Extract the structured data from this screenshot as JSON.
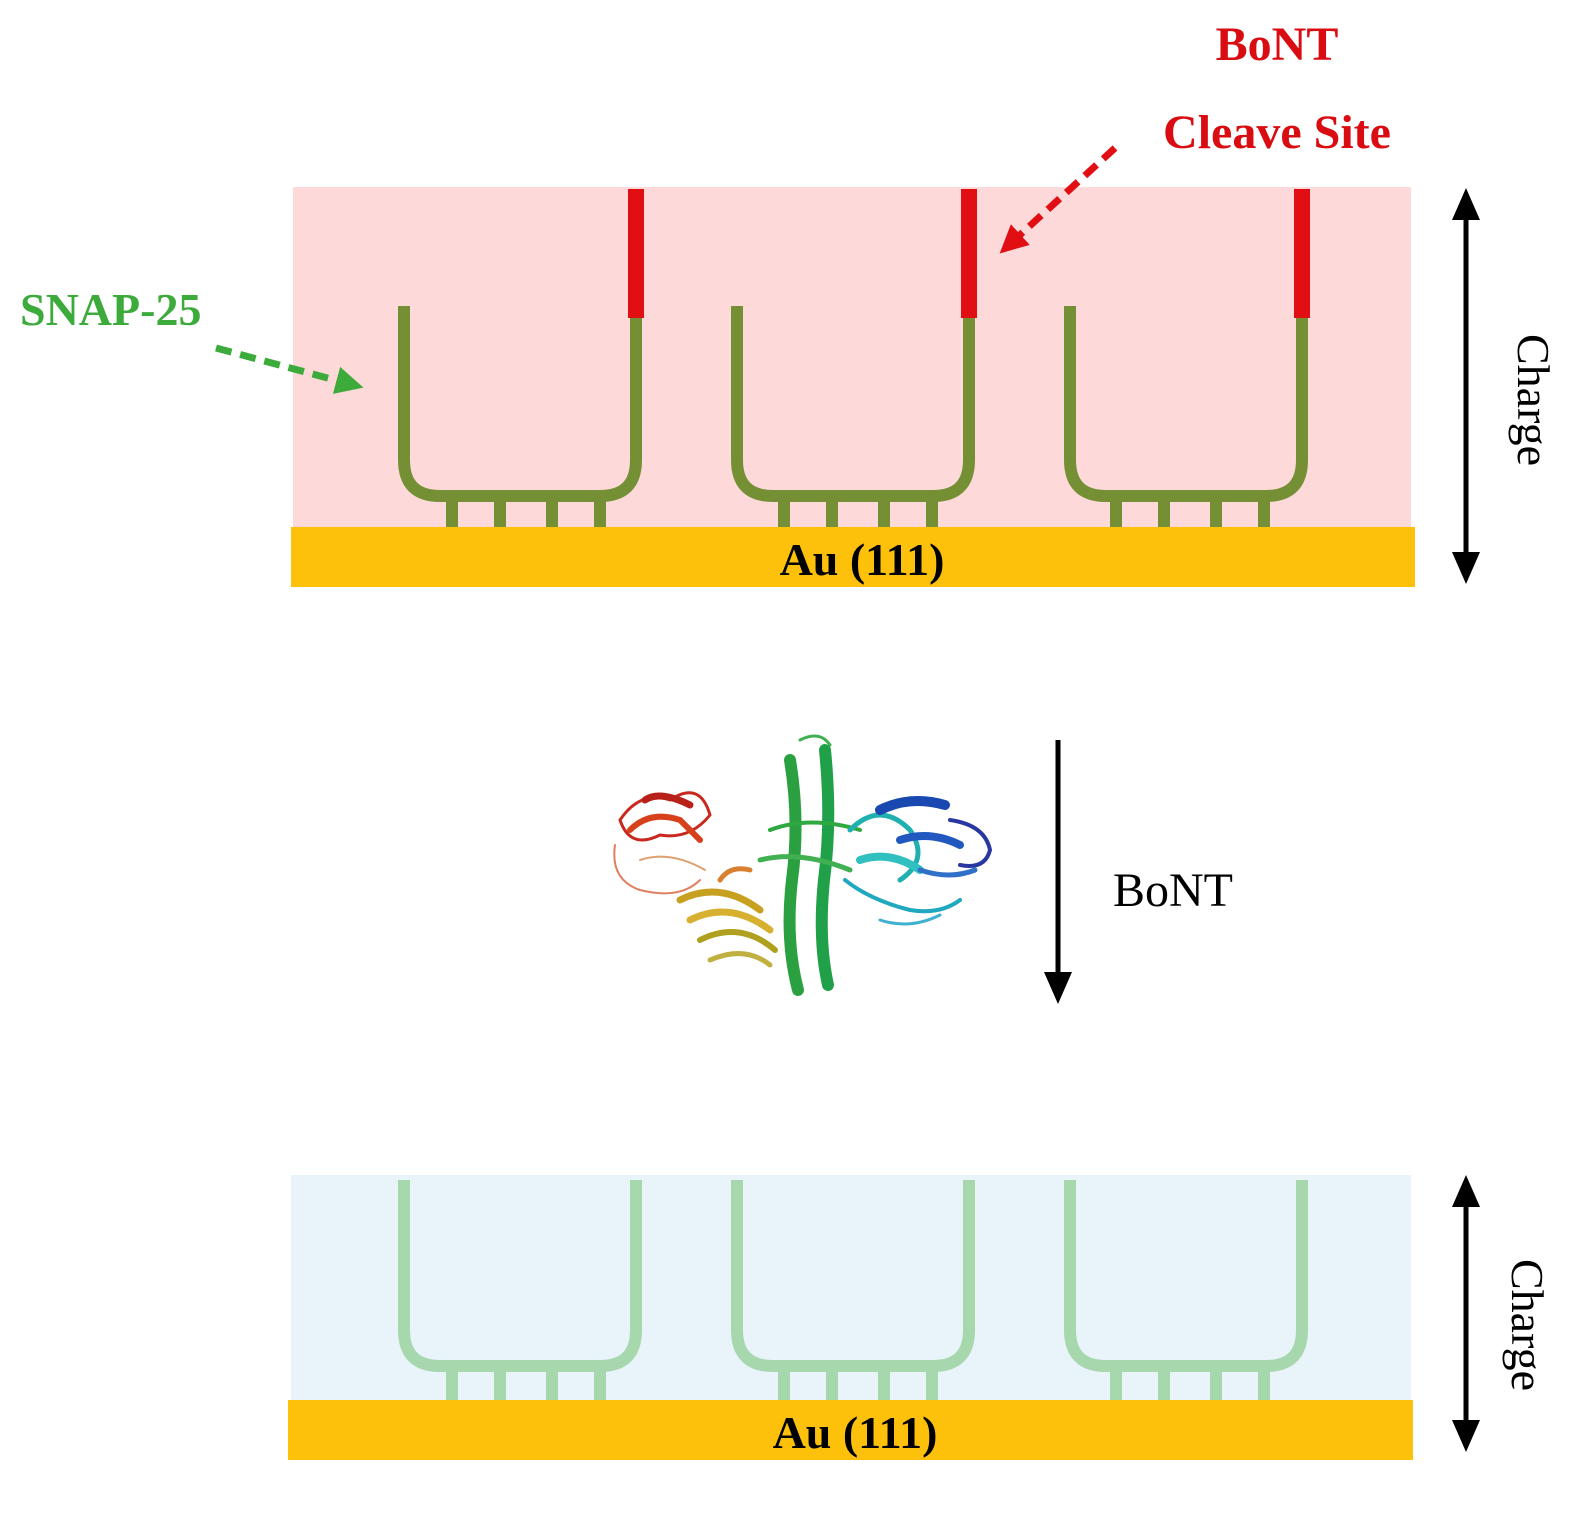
{
  "labels": {
    "bont_title": "BoNT",
    "cleave_site": "Cleave Site",
    "snap25": "SNAP-25",
    "au_top": "Au (111)",
    "au_bottom": "Au (111)",
    "charge_top": "Charge",
    "charge_bottom": "Charge",
    "bont_arrow_label": "BoNT"
  },
  "colors": {
    "top_panel_bg": "#fdd9d9",
    "bottom_panel_bg": "#e8f3fa",
    "gold": "#fdc10c",
    "snap_green": "#758f34",
    "snap_faded": "#a6d7ad",
    "cleave_red": "#e10e13",
    "label_red": "#d90c12",
    "label_green": "#3cab3c",
    "black": "#000000"
  },
  "icons": {
    "protein": "bont-protein-ribbon-icon",
    "arrows": [
      "double-arrow-icon",
      "down-arrow-icon",
      "dashed-arrow-icon"
    ]
  }
}
